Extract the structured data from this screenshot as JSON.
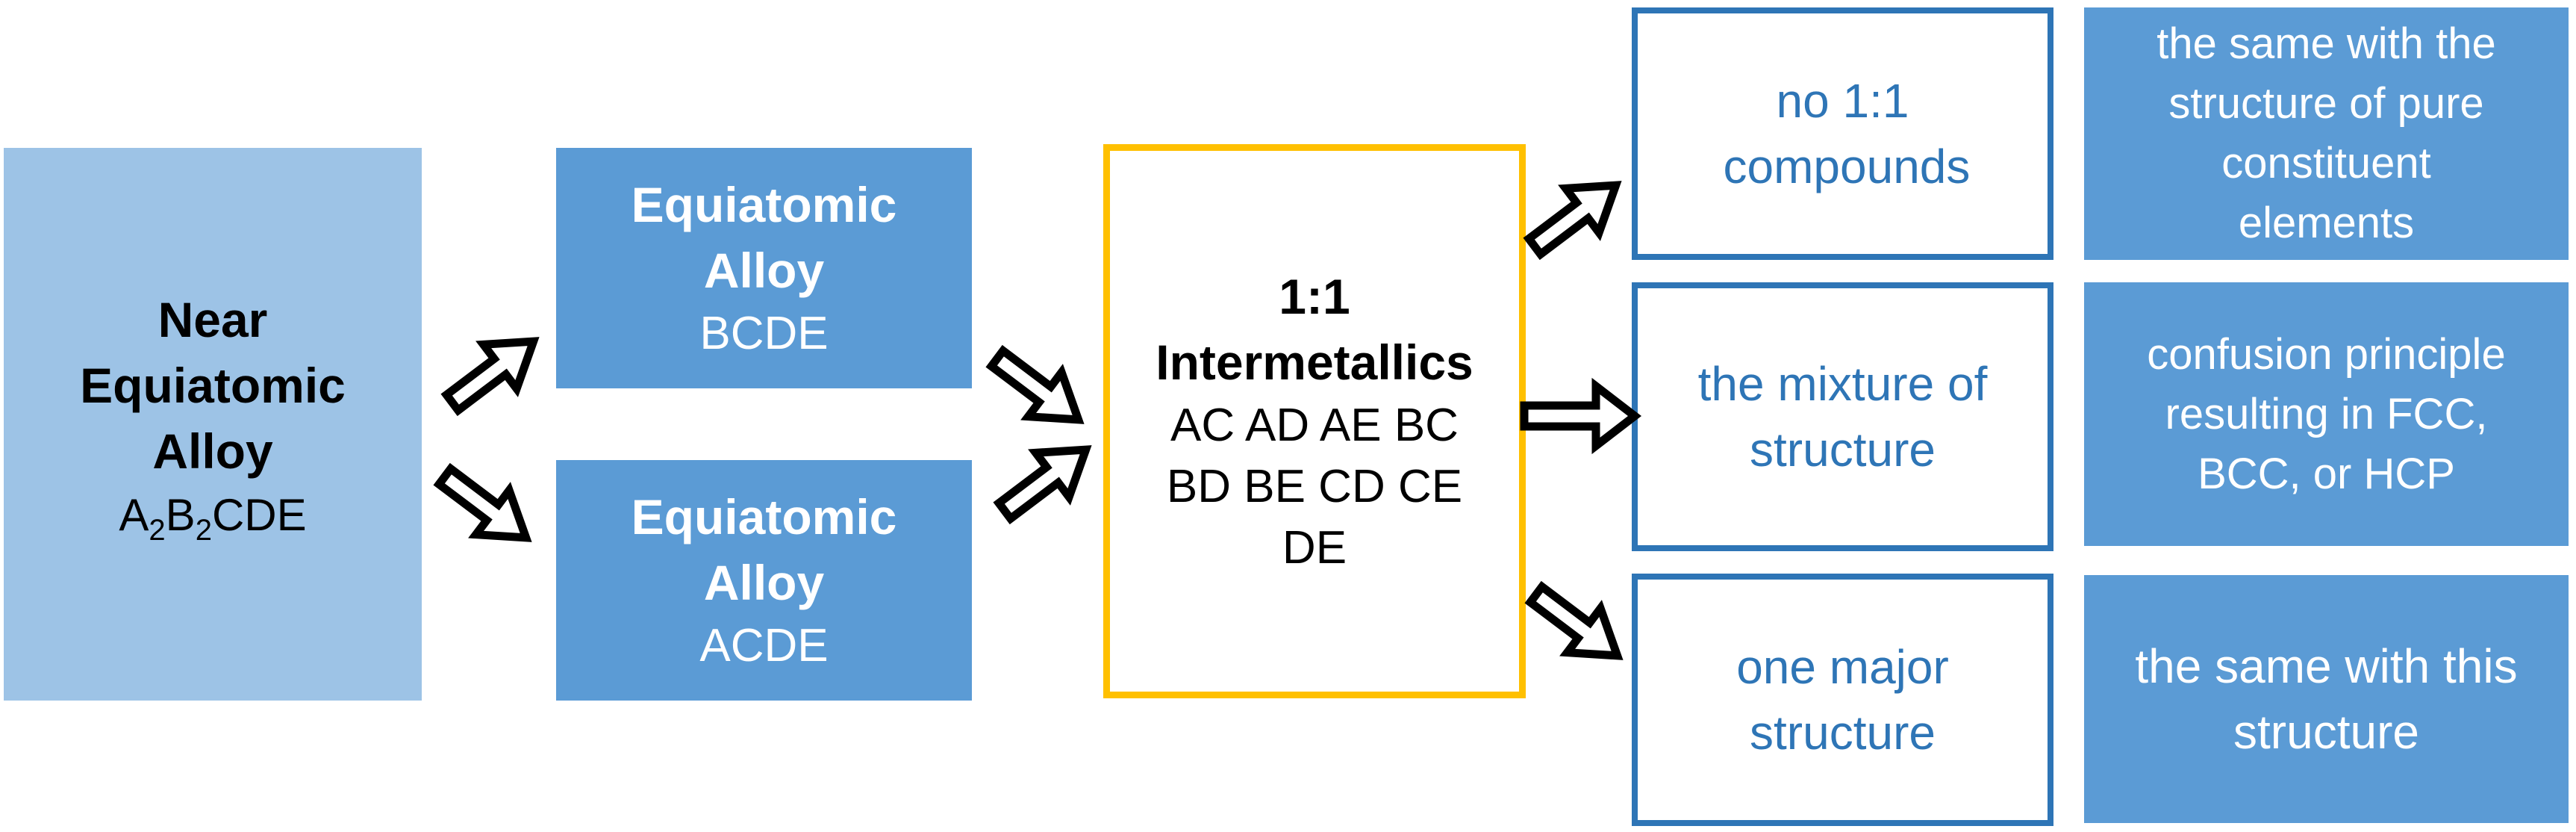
{
  "near": {
    "title": "Near Equiatomic Alloy",
    "formula": {
      "a": "A",
      "a_sub": "2",
      "b": "B",
      "b_sub": "2",
      "rest": "CDE"
    }
  },
  "equiatomic_top": {
    "title": "Equiatomic Alloy",
    "composition": "BCDE"
  },
  "equiatomic_bottom": {
    "title": "Equiatomic Alloy",
    "composition": "ACDE"
  },
  "intermetallics": {
    "title": "1:1 Intermetallics",
    "pairs": "AC AD AE BC BD BE CD CE DE"
  },
  "outcomes": [
    {
      "label": "no 1:1 compounds"
    },
    {
      "label": "the mixture of structure"
    },
    {
      "label": "one major structure"
    }
  ],
  "results": [
    {
      "label": "the same with the structure of pure constituent elements"
    },
    {
      "label": "confusion principle resulting in FCC, BCC, or HCP"
    },
    {
      "label": "the same with this structure"
    }
  ],
  "colors": {
    "light_blue": "#9dc3e6",
    "mid_blue": "#5b9bd5",
    "border_blue": "#2e75b6",
    "highlight_yellow": "#ffc000"
  }
}
